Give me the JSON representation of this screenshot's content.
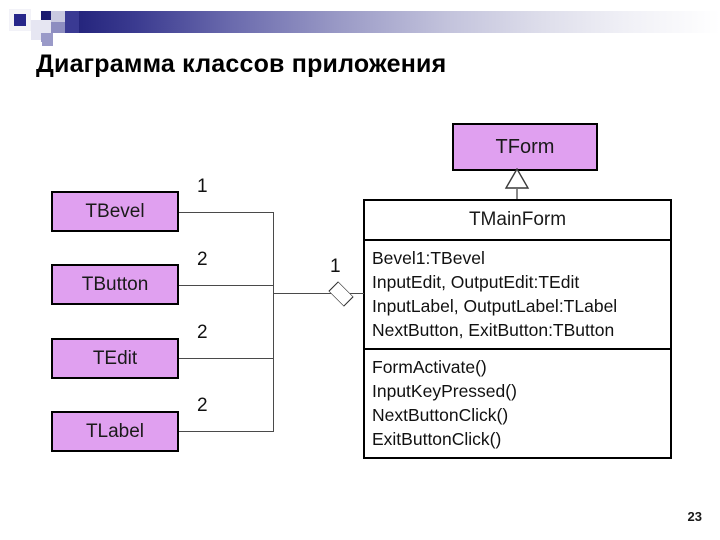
{
  "slide": {
    "title": "Диаграмма классов приложения",
    "page_number": "23",
    "accent_color": "#24248a",
    "class_fill_color": "#e0a0f0"
  },
  "diagram": {
    "type": "uml-class-diagram",
    "base_class": {
      "name": "TForm"
    },
    "main_class": {
      "name": "TMainForm",
      "attributes": [
        "Bevel1:TBevel",
        "InputEdit, OutputEdit:TEdit",
        "InputLabel, OutputLabel:TLabel",
        "NextButton, ExitButton:TButton"
      ],
      "operations": [
        "FormActivate()",
        "InputKeyPressed()",
        "NextButtonClick()",
        "ExitButtonClick()"
      ]
    },
    "component_classes": [
      {
        "name": "TBevel",
        "multiplicity": "1"
      },
      {
        "name": "TButton",
        "multiplicity": "2"
      },
      {
        "name": "TEdit",
        "multiplicity": "2"
      },
      {
        "name": "TLabel",
        "multiplicity": "2"
      }
    ],
    "aggregation_multiplicity": "1",
    "relationships": [
      {
        "kind": "generalization",
        "from": "TMainForm",
        "to": "TForm"
      },
      {
        "kind": "aggregation",
        "whole": "TMainForm",
        "parts": [
          "TBevel",
          "TButton",
          "TEdit",
          "TLabel"
        ]
      }
    ]
  }
}
